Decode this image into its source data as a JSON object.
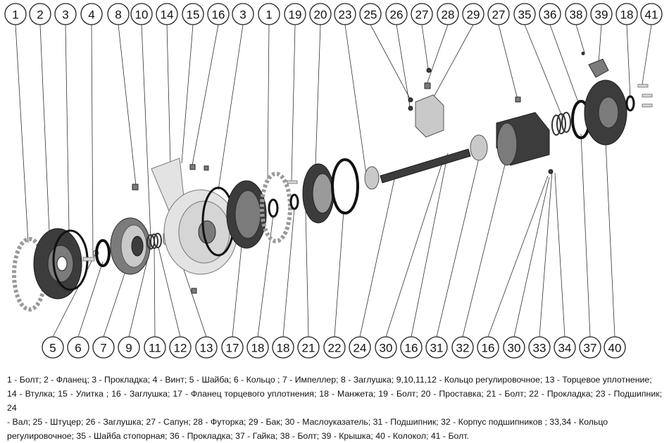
{
  "callouts_top": [
    "1",
    "2",
    "3",
    "4",
    "8",
    "10",
    "14",
    "15",
    "16",
    "3",
    "1",
    "19",
    "20",
    "23",
    "25",
    "26",
    "27",
    "28",
    "29",
    "27",
    "35",
    "36",
    "38",
    "39",
    "18",
    "41"
  ],
  "callouts_bottom": [
    "5",
    "6",
    "7",
    "9",
    "11",
    "12",
    "13",
    "17",
    "18",
    "18",
    "21",
    "22",
    "24",
    "30",
    "16",
    "31",
    "32",
    "16",
    "30",
    "33",
    "34",
    "37",
    "40"
  ],
  "legend": {
    "line1": "1 - Болт;  2 - Фланец;  3 - Прокладка; 4 - Винт; 5 - Шайба; 6 - Кольцо ; 7 - Импеллер; 8 - Заглушка; 9,10,11,12 - Кольцо  регулировочное; 13 - Торцевое уплотнение;",
    "line2": "14 - Втулка; 15 - Улитка ; 16 - Заглушка; 17 - Фланец  торцевого уплотнения; 18 - Манжета; 19 - Болт; 20 - Проставка; 21 -  Болт;  22 - Прокладка; 23 - Подшипник; 24",
    "line3": "- Вал;  25 - Штуцер; 26 - Заглушка;  27 - Сапун;  28 - Футорка;  29 - Бак;   30 - Маслоуказатель;  31 - Подшипник;  32 - Корпус подшипников ;  33,34 - Кольцо",
    "line4": "регулировочное;  35 - Шайба стопорная; 36  - Прокладка; 37 - Гайка; 38 - Болт; 39 - Крышка; 40 - Колокол; 41 - Болт."
  }
}
